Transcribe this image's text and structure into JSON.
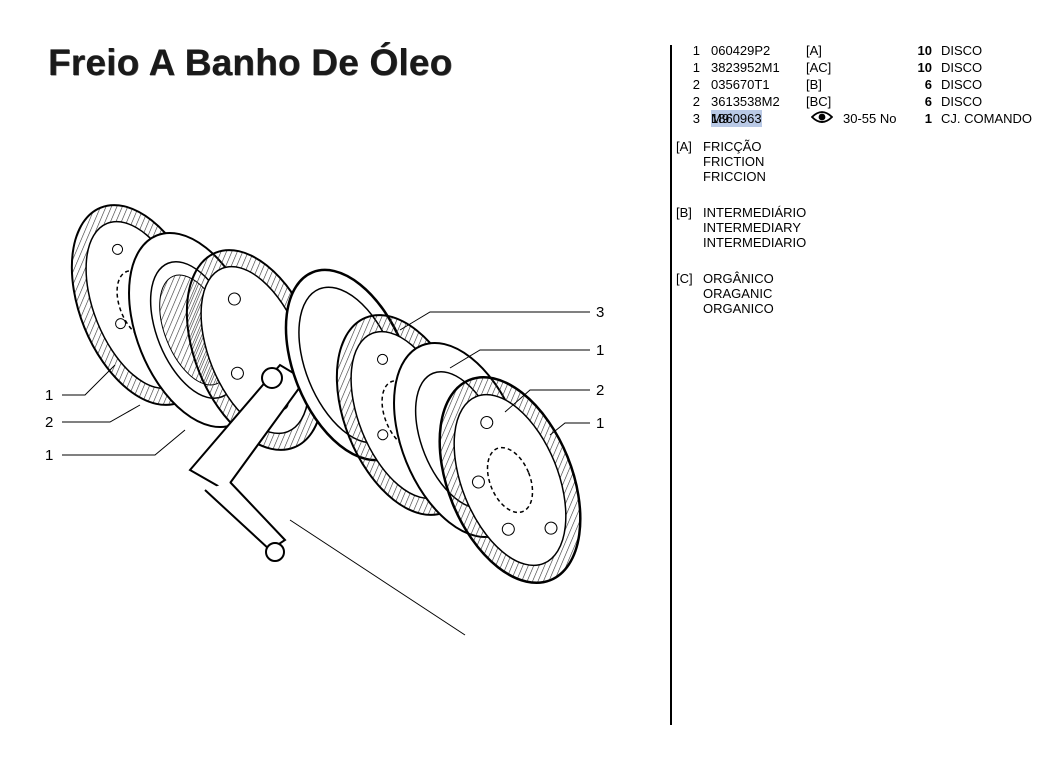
{
  "title": "Freio A Banho De Óleo",
  "parts": [
    {
      "qty": "1",
      "number": "060429P2",
      "ref": "[A]",
      "qty2": "10",
      "desc": "DISCO"
    },
    {
      "qty": "1",
      "number": "3823952M1",
      "ref": "[AC]",
      "qty2": "10",
      "desc": "DISCO"
    },
    {
      "qty": "2",
      "number": "035670T1",
      "ref": "[B]",
      "qty2": "6",
      "desc": "DISCO"
    },
    {
      "qty": "2",
      "number": "3613538M2",
      "ref": "[BC]",
      "qty2": "6",
      "desc": "DISCO"
    },
    {
      "qty": "3",
      "number_highlight": "1860963",
      "number_rest": "M9`",
      "serial": "30-55 No",
      "qty2": "1",
      "desc": "CJ. COMANDO",
      "icon": "eye-icon"
    }
  ],
  "notes": [
    {
      "code": "[A]",
      "lines": [
        "FRICÇÃO",
        "FRICTION",
        "FRICCION"
      ]
    },
    {
      "code": "[B]",
      "lines": [
        "INTERMEDIÁRIO",
        "INTERMEDIARY",
        "INTERMEDIARIO"
      ]
    },
    {
      "code": "[C]",
      "lines": [
        "ORGÂNICO",
        "ORAGANIC",
        "ORGANICO"
      ]
    }
  ],
  "callouts": {
    "c1": "1",
    "c2": "2",
    "c3": "1",
    "c4": "3",
    "c5": "1",
    "c6": "2",
    "c7": "1"
  }
}
